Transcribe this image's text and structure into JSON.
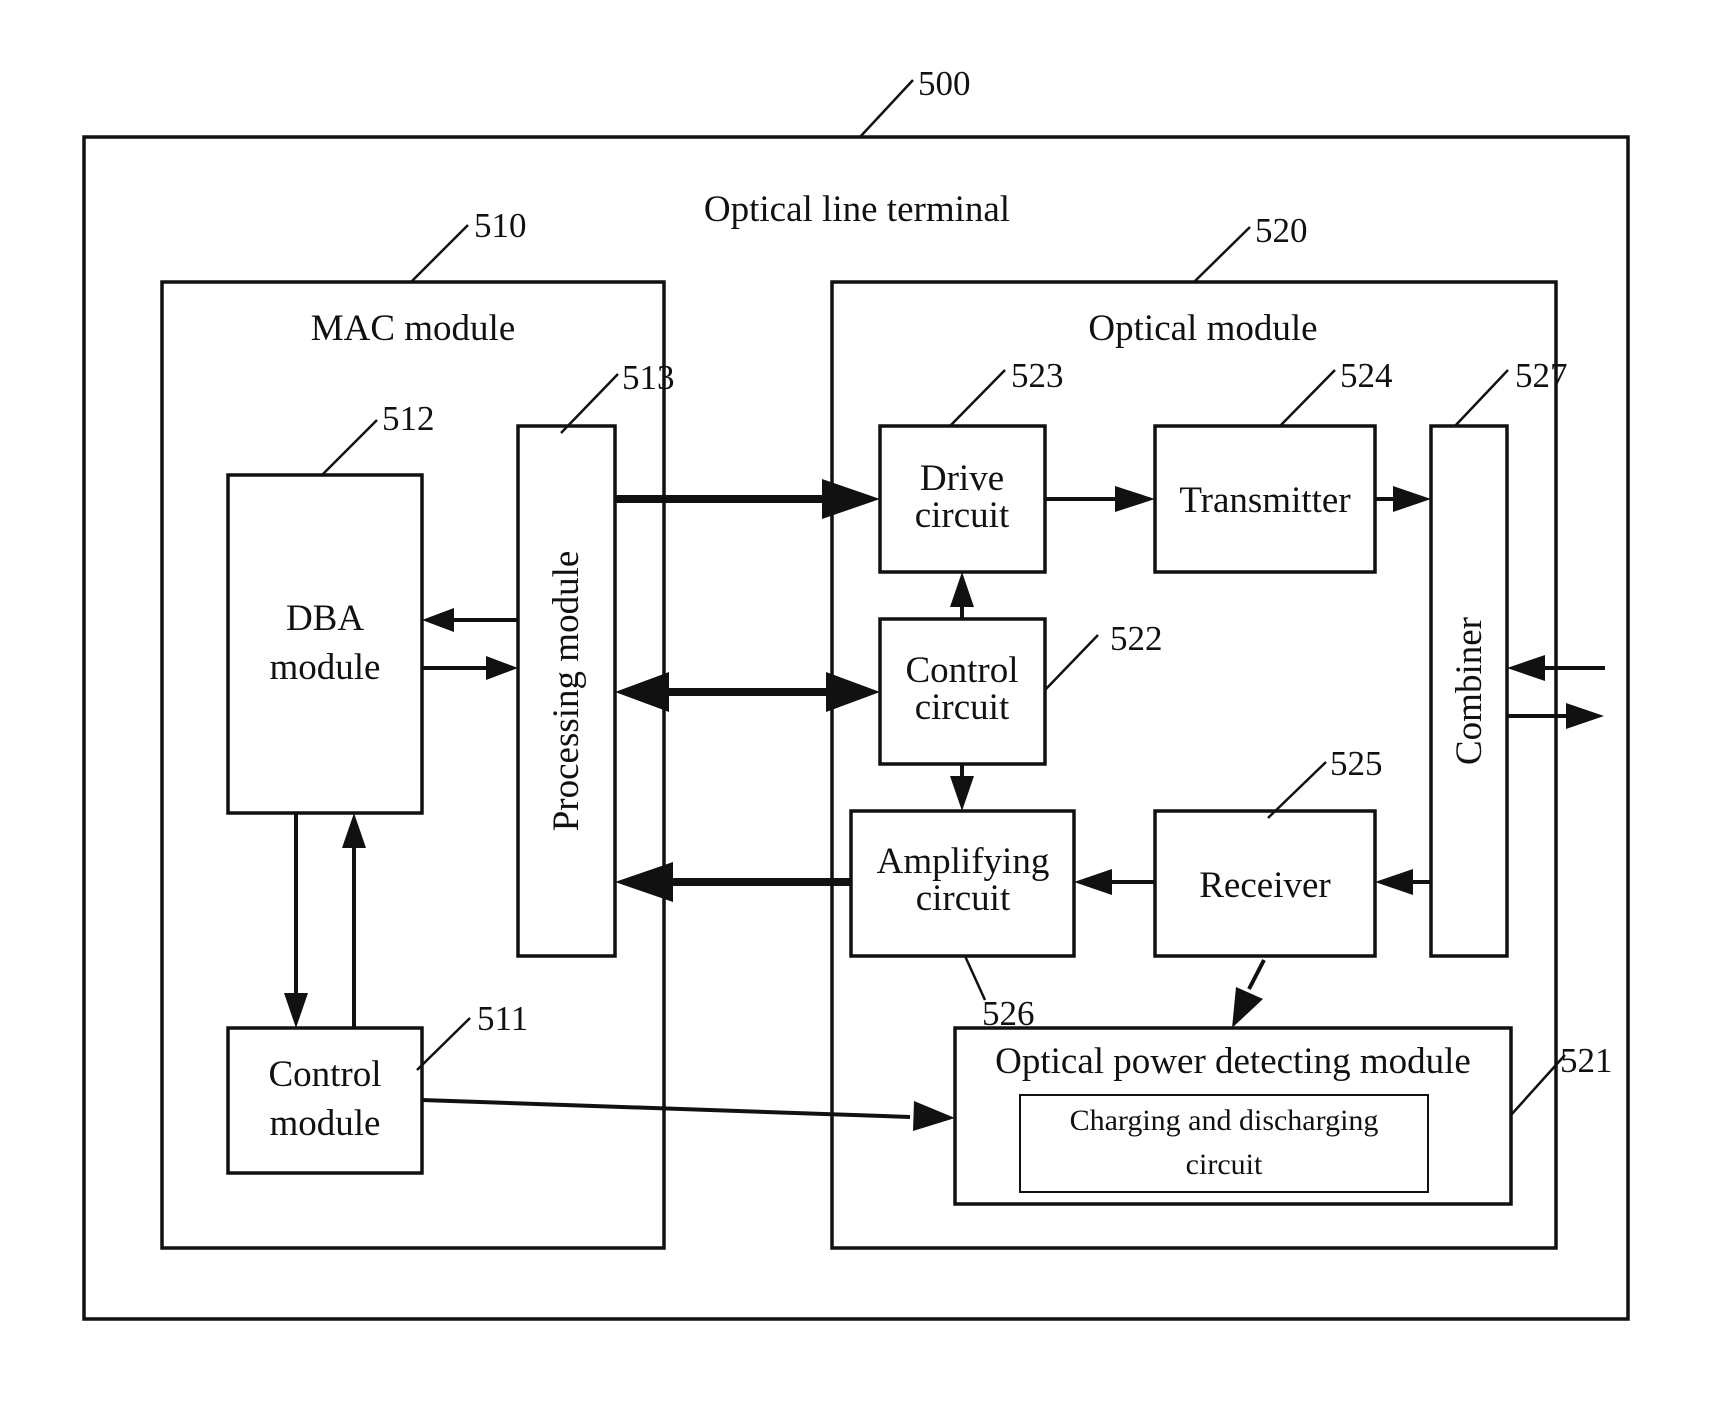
{
  "diagram": {
    "title": "Optical line terminal",
    "refs": {
      "olt": "500",
      "mac": "510",
      "control_module": "511",
      "dba": "512",
      "processing": "513",
      "optical": "520",
      "detecting": "521",
      "control_circuit": "522",
      "drive": "523",
      "transmitter": "524",
      "receiver": "525",
      "amplifying": "526",
      "combiner": "527"
    },
    "labels": {
      "mac_module": "MAC module",
      "optical_module": "Optical module",
      "dba_line1": "DBA",
      "dba_line2": "module",
      "processing_module": "Processing module",
      "control_module_line1": "Control",
      "control_module_line2": "module",
      "drive_line1": "Drive",
      "drive_line2": "circuit",
      "transmitter": "Transmitter",
      "combiner": "Combiner",
      "control_circuit_line1": "Control",
      "control_circuit_line2": "circuit",
      "amplifying_line1": "Amplifying",
      "amplifying_line2": "circuit",
      "receiver": "Receiver",
      "detecting_module": "Optical power detecting module",
      "charging_line1": "Charging and discharging",
      "charging_line2": "circuit"
    }
  }
}
